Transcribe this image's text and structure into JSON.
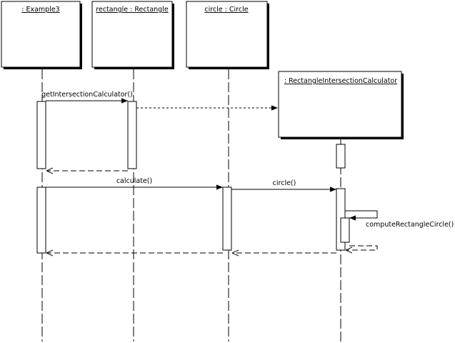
{
  "participants": [
    {
      "name": ": Example3"
    },
    {
      "name": "rectangle : Rectangle"
    },
    {
      "name": "circle : Circle"
    },
    {
      "name": ": RectangleIntersectionCalculator"
    }
  ],
  "messages": {
    "get_intersection_calculator": "getIntersectionCalculator()",
    "calculate": "calculate()",
    "circle": "circle()",
    "compute_rectangle_circle": "computeRectangleCircle()"
  },
  "colors": {
    "background": "#ffffff",
    "line": "#000000",
    "shadow": "#000000",
    "box_fill": "#ffffff"
  }
}
